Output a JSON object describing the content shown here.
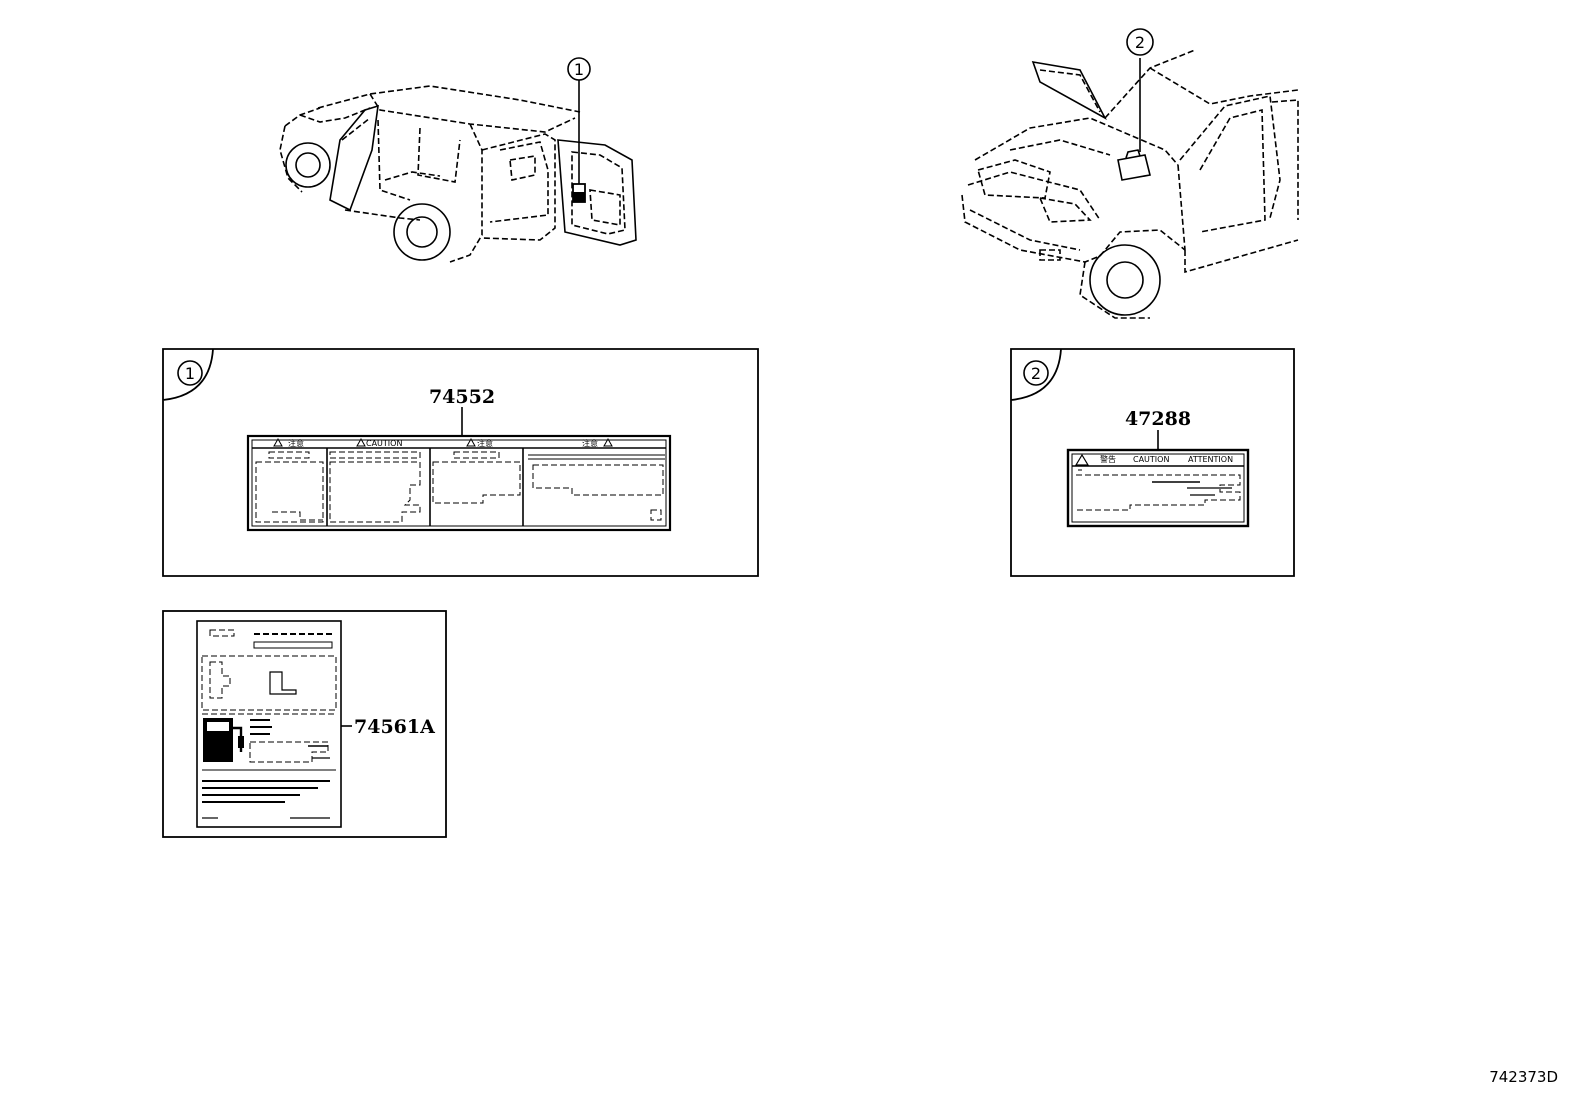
{
  "callouts": [
    "1",
    "2"
  ],
  "labels": {
    "rear_label": {
      "part_number": "74552",
      "headers": [
        "注意",
        "CAUTION",
        "注意",
        "注意"
      ]
    },
    "engine_label": {
      "part_number": "47288",
      "headers": [
        "警告",
        "CAUTION",
        "ATTENTION"
      ]
    },
    "fuel_label": {
      "part_number": "74561A"
    }
  },
  "illustration_id": "742373D",
  "colors": {
    "line": "#000000",
    "background": "#ffffff"
  }
}
